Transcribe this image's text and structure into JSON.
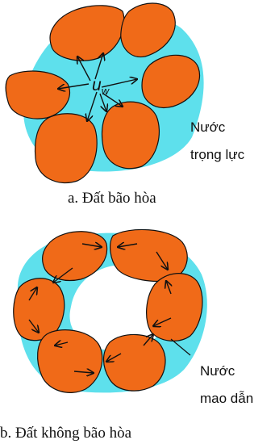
{
  "panel_a": {
    "pore_pressure_symbol": "u",
    "pore_pressure_subscript": "w",
    "water_label_line1": "Nước",
    "water_label_line2": "trọng lực",
    "caption": "a.  Đất bão hòa"
  },
  "panel_b": {
    "water_label_line1": "Nước",
    "water_label_line2": "mao dẫn",
    "caption": "b. Đất không bão hòa"
  },
  "colors": {
    "particle": "#f06a18",
    "water": "#5ee0ec",
    "outline": "#111111",
    "background": "#ffffff"
  }
}
